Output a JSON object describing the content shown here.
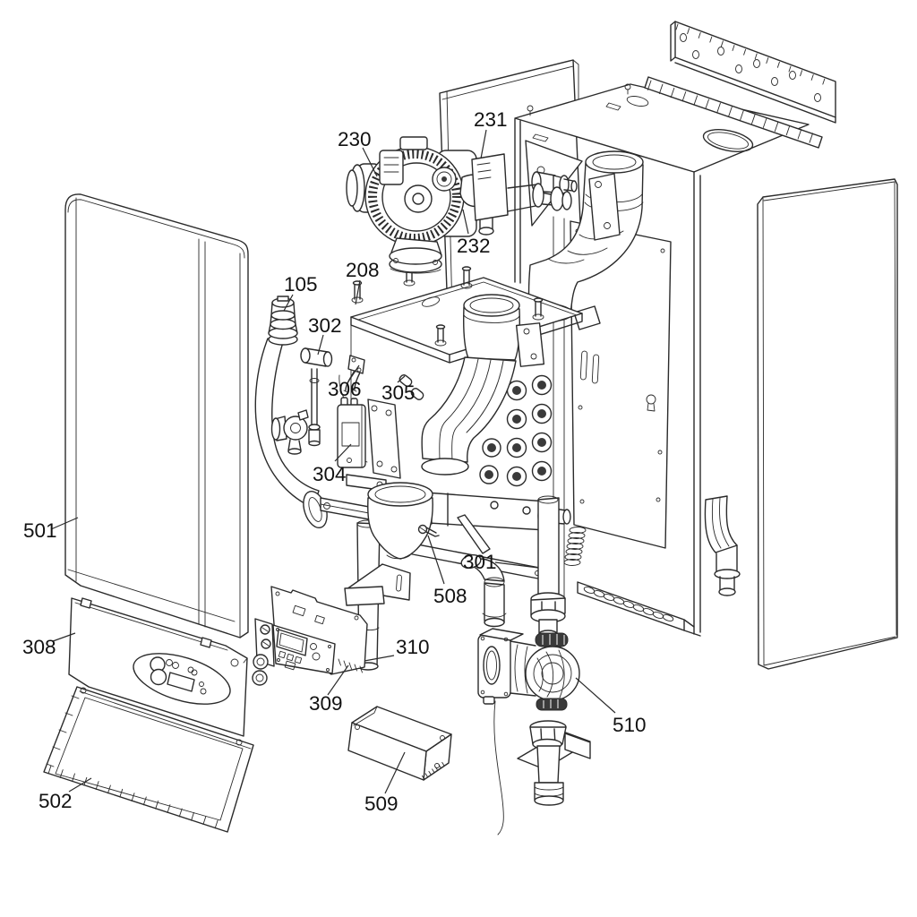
{
  "diagram": {
    "background_color": "#ffffff",
    "line_color": "#2b2b2b",
    "label_color": "#111111",
    "part_labels": [
      "105",
      "208",
      "230",
      "231",
      "232",
      "301",
      "302",
      "304",
      "305",
      "306",
      "308",
      "309",
      "310",
      "501",
      "502",
      "508",
      "509",
      "510"
    ]
  }
}
